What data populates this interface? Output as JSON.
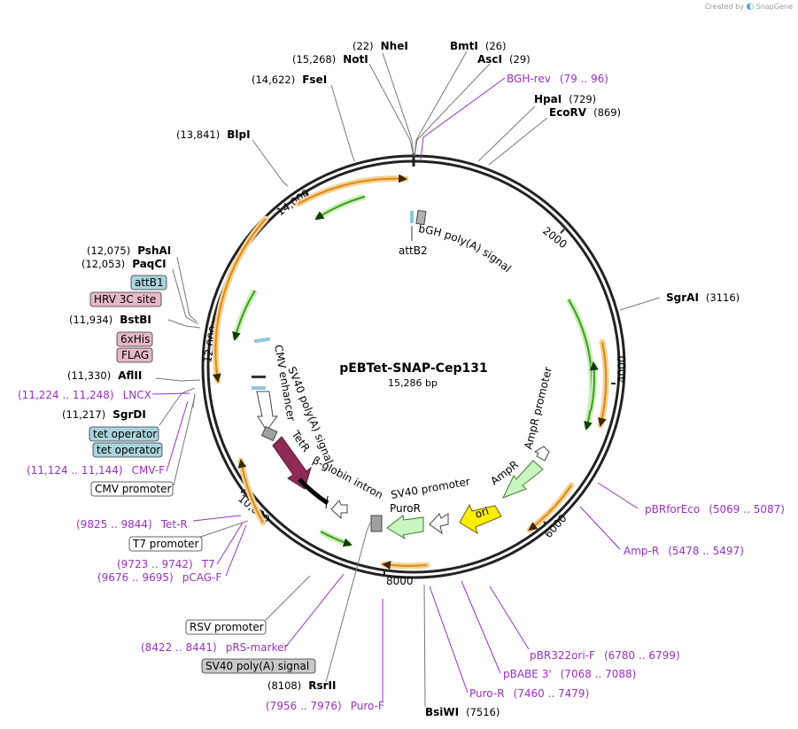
{
  "brand": {
    "created_by": "Created by",
    "product": "SnapGene"
  },
  "plasmid": {
    "name": "pEBTet-SNAP-Cep131",
    "size_label": "15,286 bp",
    "length": 15286
  },
  "ticks": [
    {
      "bp": 2000,
      "label": "2000"
    },
    {
      "bp": 4000,
      "label": "4000"
    },
    {
      "bp": 6000,
      "label": "6000"
    },
    {
      "bp": 8000,
      "label": "8000"
    },
    {
      "bp": 10000,
      "label": "10,000"
    },
    {
      "bp": 12000,
      "label": "12,000"
    },
    {
      "bp": 14000,
      "label": "14,000"
    }
  ],
  "sites": [
    {
      "name": "NheI",
      "pos": "(22)"
    },
    {
      "name": "BmtI",
      "pos": "(26)"
    },
    {
      "name": "AscI",
      "pos": "(29)"
    },
    {
      "name": "NotI",
      "pos": "(15,268)"
    },
    {
      "name": "FseI",
      "pos": "(14,622)"
    },
    {
      "name": "HpaI",
      "pos": "(729)"
    },
    {
      "name": "EcoRV",
      "pos": "(869)"
    },
    {
      "name": "BlpI",
      "pos": "(13,841)"
    },
    {
      "name": "SgrAI",
      "pos": "(3116)"
    },
    {
      "name": "PshAI",
      "pos": "(12,075)"
    },
    {
      "name": "PaqCI",
      "pos": "(12,053)"
    },
    {
      "name": "BstBI",
      "pos": "(11,934)"
    },
    {
      "name": "AflII",
      "pos": "(11,330)"
    },
    {
      "name": "SgrDI",
      "pos": "(11,217)"
    },
    {
      "name": "RsrII",
      "pos": "(8108)"
    },
    {
      "name": "BsiWI",
      "pos": "(7516)"
    }
  ],
  "primers": [
    {
      "name": "BGH-rev",
      "range": "(79 .. 96)"
    },
    {
      "name": "pBRforEco",
      "range": "(5069 .. 5087)"
    },
    {
      "name": "Amp-R",
      "range": "(5478 .. 5497)"
    },
    {
      "name": "pBR322ori-F",
      "range": "(6780 .. 6799)"
    },
    {
      "name": "pBABE 3'",
      "range": "(7068 .. 7088)"
    },
    {
      "name": "Puro-R",
      "range": "(7460 .. 7479)"
    },
    {
      "name": "Puro-F",
      "range": "(7956 .. 7976)"
    },
    {
      "name": "pRS-marker",
      "range": "(8422 .. 8441)"
    },
    {
      "name": "pCAG-F",
      "range": "(9676 .. 9695)"
    },
    {
      "name": "T7",
      "range": "(9723 .. 9742)"
    },
    {
      "name": "Tet-R",
      "range": "(9825 .. 9844)"
    },
    {
      "name": "CMV-F",
      "range": "(11,124 .. 11,144)"
    },
    {
      "name": "LNCX",
      "range": "(11,224 .. 11,248)"
    }
  ],
  "boxed_features": [
    {
      "name": "attB1",
      "fill": "#a9d4df"
    },
    {
      "name": "HRV 3C site",
      "fill": "#e6b8c8"
    },
    {
      "name": "6xHis",
      "fill": "#e6b8c8"
    },
    {
      "name": "FLAG",
      "fill": "#e6b8c8"
    },
    {
      "name": "tet operator",
      "fill": "#a9d4df"
    },
    {
      "name": "tet operator",
      "fill": "#a9d4df"
    },
    {
      "name": "CMV promoter",
      "fill": "#ffffff"
    },
    {
      "name": "T7 promoter",
      "fill": "#ffffff"
    },
    {
      "name": "RSV promoter",
      "fill": "#ffffff"
    },
    {
      "name": "SV40 poly(A) signal",
      "fill": "#c8c8c8"
    }
  ],
  "inner_labels": [
    {
      "name": "bGH poly(A) signal"
    },
    {
      "name": "attB2"
    },
    {
      "name": "AmpR promoter"
    },
    {
      "name": "AmpR"
    },
    {
      "name": "ori"
    },
    {
      "name": "SV40 promoter"
    },
    {
      "name": "PuroR"
    },
    {
      "name": "β-globin intron"
    },
    {
      "name": "TetR"
    },
    {
      "name": "SV40 poly(A) signal"
    },
    {
      "name": "CMV enhancer"
    }
  ],
  "colors": {
    "backbone": "#222222",
    "primer": "#9b30c8",
    "orf_orange": "#d98a1a",
    "orf_green": "#3f9a1f",
    "tetR": "#8e2b57",
    "ori": "#ffee00",
    "ampR": "#c8f5c0"
  }
}
